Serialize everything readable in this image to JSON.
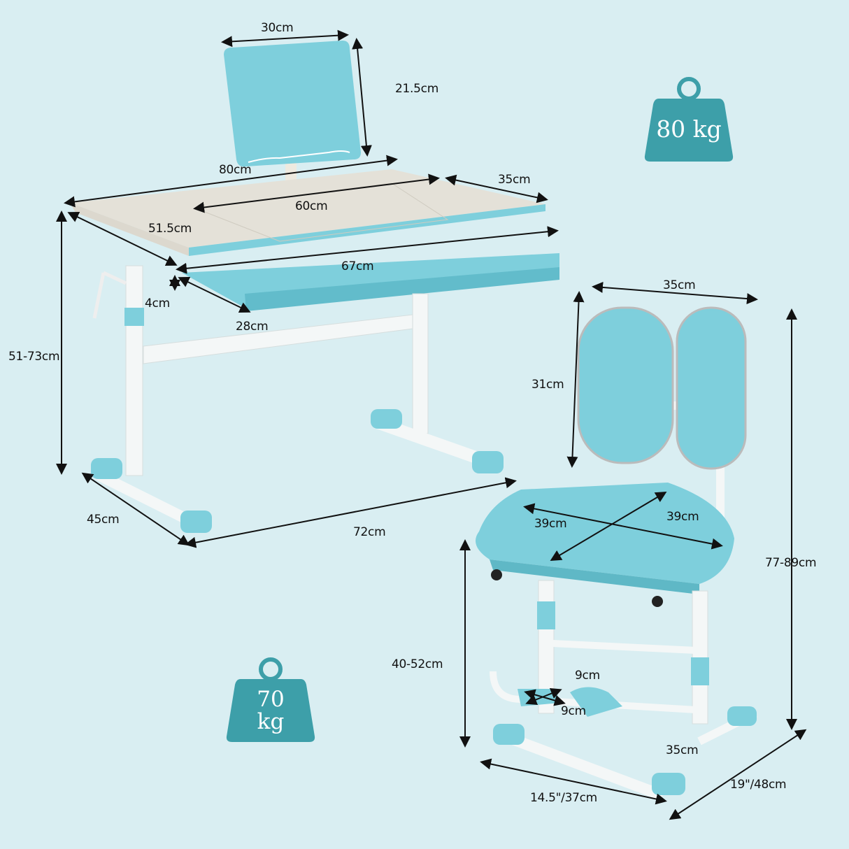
{
  "colors": {
    "background": "#d9eef2",
    "furniture_blue": "#7ecfdc",
    "badge": "#3d9fa9",
    "desk_top": "#e4e1d8",
    "frame": "#f4f7f7",
    "dim_line": "#111111"
  },
  "desk": {
    "reading_stand_width": "30cm",
    "reading_stand_height": "21.5cm",
    "top_width": "80cm",
    "top_depth": "35cm",
    "tilt_panel_width": "60cm",
    "side_depth": "51.5cm",
    "drawer_width": "67cm",
    "drawer_height": "4cm",
    "drawer_depth": "28cm",
    "height_range": "51-73cm",
    "base_depth": "45cm",
    "base_width": "72cm"
  },
  "chair": {
    "backrest_width": "35cm",
    "backrest_height": "31cm",
    "seat_depth": "39cm",
    "seat_width": "39cm",
    "overall_height": "77-89cm",
    "seat_height": "40-52cm",
    "footrest_depth": "9cm",
    "footrest_width": "9cm",
    "frame_width": "35cm",
    "base_width": "14.5\"/37cm",
    "base_depth": "19\"/48cm"
  },
  "badges": {
    "desk_capacity": "80 kg",
    "chair_capacity_num": "70",
    "chair_capacity_unit": "kg"
  }
}
